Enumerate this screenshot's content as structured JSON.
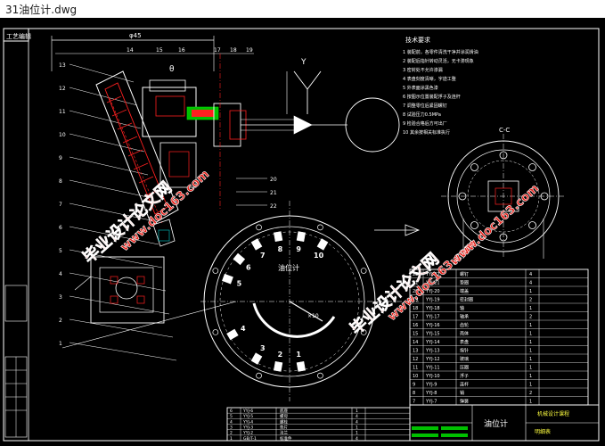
{
  "window": {
    "title": "31油位计.dwg"
  },
  "drawing": {
    "corner_label": "工艺编辑",
    "dim_top": "φ45",
    "section_marker": "C-C",
    "angle_mark": "θ",
    "axis_mark": "Y",
    "left_callouts": [
      "13",
      "12",
      "11",
      "10",
      "9",
      "8",
      "7",
      "6",
      "5",
      "4",
      "3",
      "2",
      "1"
    ],
    "top_callouts": [
      "14",
      "15",
      "16",
      "17",
      "18",
      "19"
    ],
    "right_callouts": [
      "20",
      "21",
      "22"
    ],
    "dial_numbers": [
      "7",
      "8",
      "9",
      "10",
      "6",
      "5",
      "4",
      "3",
      "2",
      "1"
    ],
    "dial_label": "油位计",
    "dial_unit": "×10",
    "notes_heading": "技术要求",
    "notes": [
      "1  装配前，各零件清洗干净并涂润滑油",
      "2  装配后指针转动灵活，无卡滞现象",
      "3  密封处不允许渗漏",
      "4  表盘刻度清晰，字迹工整",
      "5  外表面涂黑色漆",
      "6  按图示位置装配浮子及连杆",
      "7  调整零位后紧固螺钉",
      "8  试验压力0.5MPa",
      "9  检验合格后方可出厂",
      "10 其余按相关标准执行"
    ],
    "watermarks": [
      "毕业设计论文网",
      "www.doc163.com"
    ],
    "table_header": "明细表",
    "title_block_name": "油位计",
    "title_block_school": "机械设计课程"
  },
  "bom_rows": [
    {
      "no": "22",
      "code": "YYJ-22",
      "name": "螺钉",
      "qty": "4"
    },
    {
      "no": "21",
      "code": "YYJ-21",
      "name": "垫圈",
      "qty": "4"
    },
    {
      "no": "20",
      "code": "YYJ-20",
      "name": "端盖",
      "qty": "1"
    },
    {
      "no": "19",
      "code": "YYJ-19",
      "name": "密封圈",
      "qty": "2"
    },
    {
      "no": "18",
      "code": "YYJ-18",
      "name": "轴",
      "qty": "1"
    },
    {
      "no": "17",
      "code": "YYJ-17",
      "name": "轴承",
      "qty": "2"
    },
    {
      "no": "16",
      "code": "YYJ-16",
      "name": "齿轮",
      "qty": "1"
    },
    {
      "no": "15",
      "code": "YYJ-15",
      "name": "壳体",
      "qty": "1"
    },
    {
      "no": "14",
      "code": "YYJ-14",
      "name": "表盘",
      "qty": "1"
    },
    {
      "no": "13",
      "code": "YYJ-13",
      "name": "指针",
      "qty": "1"
    },
    {
      "no": "12",
      "code": "YYJ-12",
      "name": "玻璃",
      "qty": "1"
    },
    {
      "no": "11",
      "code": "YYJ-11",
      "name": "压圈",
      "qty": "1"
    },
    {
      "no": "10",
      "code": "YYJ-10",
      "name": "浮子",
      "qty": "1"
    },
    {
      "no": "9",
      "code": "YYJ-9",
      "name": "连杆",
      "qty": "1"
    },
    {
      "no": "8",
      "code": "YYJ-8",
      "name": "销",
      "qty": "2"
    },
    {
      "no": "7",
      "code": "YYJ-7",
      "name": "弹簧",
      "qty": "1"
    }
  ],
  "bottom_rows": [
    {
      "no": "6",
      "code": "YYJ-6",
      "name": "底座",
      "qty": "1"
    },
    {
      "no": "5",
      "code": "YYJ-5",
      "name": "螺母",
      "qty": "4"
    },
    {
      "no": "4",
      "code": "YYJ-4",
      "name": "螺栓",
      "qty": "4"
    },
    {
      "no": "3",
      "code": "YYJ-3",
      "name": "垫片",
      "qty": "1"
    },
    {
      "no": "2",
      "code": "YYJ-2",
      "name": "法兰",
      "qty": "1"
    },
    {
      "no": "1",
      "code": "GB/T-1",
      "name": "标准件",
      "qty": "4"
    }
  ],
  "colors": {
    "background": "#000000",
    "line_white": "#ffffff",
    "line_red": "#ff2020",
    "line_green": "#00e000",
    "line_cyan": "#00d0d0",
    "line_yellow": "#ffff40",
    "watermark": "#e8231c"
  }
}
